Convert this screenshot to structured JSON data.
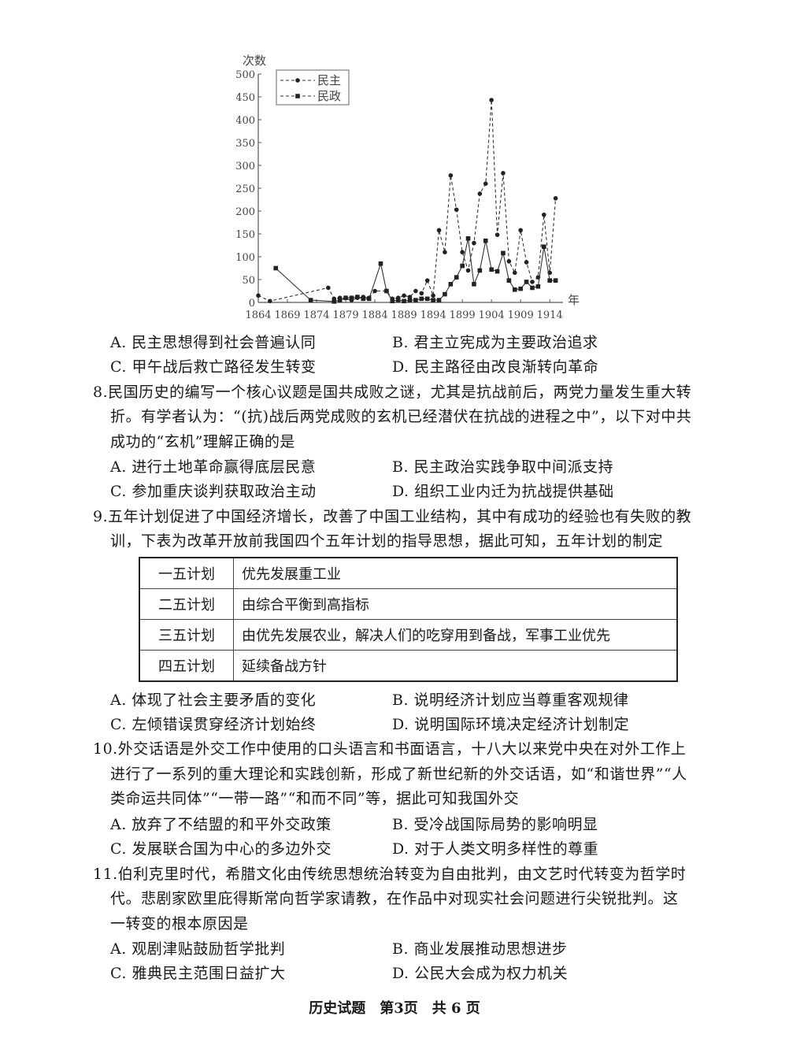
{
  "chart_data": {
    "type": "line",
    "ylabel": "次数",
    "xlabel": "年",
    "ylim": [
      0,
      500
    ],
    "xlim": [
      1864,
      1916
    ],
    "yticks": [
      0,
      50,
      100,
      150,
      200,
      250,
      300,
      350,
      400,
      450,
      500
    ],
    "xticks": [
      1864,
      1869,
      1874,
      1879,
      1884,
      1889,
      1894,
      1899,
      1904,
      1909,
      1914
    ],
    "legend_position": "top-left",
    "series": [
      {
        "name": "民主",
        "marker": "circle",
        "style": "dashed",
        "points": [
          [
            1864,
            15
          ],
          [
            1866,
            3
          ],
          [
            1876,
            32
          ],
          [
            1877,
            8
          ],
          [
            1878,
            10
          ],
          [
            1880,
            5
          ],
          [
            1881,
            10
          ],
          [
            1882,
            12
          ],
          [
            1883,
            10
          ],
          [
            1884,
            25
          ],
          [
            1886,
            25
          ],
          [
            1887,
            8
          ],
          [
            1888,
            10
          ],
          [
            1889,
            15
          ],
          [
            1890,
            12
          ],
          [
            1891,
            25
          ],
          [
            1892,
            20
          ],
          [
            1893,
            48
          ],
          [
            1894,
            15
          ],
          [
            1895,
            158
          ],
          [
            1896,
            110
          ],
          [
            1897,
            278
          ],
          [
            1898,
            203
          ],
          [
            1899,
            110
          ],
          [
            1900,
            70
          ],
          [
            1901,
            130
          ],
          [
            1902,
            238
          ],
          [
            1903,
            260
          ],
          [
            1904,
            443
          ],
          [
            1905,
            148
          ],
          [
            1906,
            283
          ],
          [
            1907,
            90
          ],
          [
            1908,
            65
          ],
          [
            1909,
            158
          ],
          [
            1910,
            88
          ],
          [
            1911,
            45
          ],
          [
            1912,
            55
          ],
          [
            1913,
            192
          ],
          [
            1914,
            65
          ],
          [
            1915,
            228
          ]
        ]
      },
      {
        "name": "民政",
        "marker": "square",
        "style": "solid",
        "points": [
          [
            1867,
            75
          ],
          [
            1873,
            5
          ],
          [
            1877,
            2
          ],
          [
            1878,
            5
          ],
          [
            1879,
            10
          ],
          [
            1880,
            10
          ],
          [
            1881,
            12
          ],
          [
            1882,
            8
          ],
          [
            1883,
            8
          ],
          [
            1885,
            85
          ],
          [
            1886,
            25
          ],
          [
            1887,
            3
          ],
          [
            1888,
            5
          ],
          [
            1889,
            3
          ],
          [
            1890,
            5
          ],
          [
            1891,
            5
          ],
          [
            1892,
            8
          ],
          [
            1893,
            8
          ],
          [
            1894,
            5
          ],
          [
            1895,
            5
          ],
          [
            1896,
            18
          ],
          [
            1897,
            40
          ],
          [
            1898,
            55
          ],
          [
            1899,
            80
          ],
          [
            1900,
            140
          ],
          [
            1901,
            40
          ],
          [
            1902,
            70
          ],
          [
            1903,
            135
          ],
          [
            1904,
            72
          ],
          [
            1905,
            68
          ],
          [
            1906,
            108
          ],
          [
            1907,
            48
          ],
          [
            1908,
            28
          ],
          [
            1909,
            30
          ],
          [
            1910,
            45
          ],
          [
            1911,
            32
          ],
          [
            1912,
            35
          ],
          [
            1913,
            122
          ],
          [
            1914,
            48
          ],
          [
            1915,
            48
          ]
        ]
      }
    ]
  },
  "q7_options": {
    "a": "A. 民主思想得到社会普遍认同",
    "b": "B. 君主立宪成为主要政治追求",
    "c": "C. 甲午战后救亡路径发生转变",
    "d": "D. 民主路径由改良渐转向革命"
  },
  "q8": {
    "l1": "8.民国历史的编写一个核心议题是国共成败之谜，尤其是抗战前后，两党力量发生重大转",
    "l2": "折。有学者认为：“(抗)战后两党成败的玄机已经潜伏在抗战的进程之中”，以下对中共",
    "l3": "成功的“玄机”理解正确的是",
    "a": "A. 进行土地革命赢得底层民意",
    "b": "B. 民主政治实践争取中间派支持",
    "c": "C. 参加重庆谈判获取政治主动",
    "d": "D. 组织工业内迁为抗战提供基础"
  },
  "q9": {
    "l1": "9.五年计划促进了中国经济增长，改善了中国工业结构，其中有成功的经验也有失败的教",
    "l2": "训，下表为改革开放前我国四个五年计划的指导思想，据此可知，五年计划的制定",
    "rows": [
      {
        "plan": "一五计划",
        "idea": "优先发展重工业"
      },
      {
        "plan": "二五计划",
        "idea": "由综合平衡到高指标"
      },
      {
        "plan": "三五计划",
        "idea": "由优先发展农业，解决人们的吃穿用到备战，军事工业优先"
      },
      {
        "plan": "四五计划",
        "idea": "延续备战方针"
      }
    ],
    "a": "A. 体现了社会主要矛盾的变化",
    "b": "B. 说明经济计划应当尊重客观规律",
    "c": "C. 左倾错误贯穿经济计划始终",
    "d": "D. 说明国际环境决定经济计划制定"
  },
  "q10": {
    "l1": "10.外交话语是外交工作中使用的口头语言和书面语言，十八大以来党中央在对外工作上",
    "l2": "进行了一系列的重大理论和实践创新，形成了新世纪新的外交话语，如“和谐世界”“人",
    "l3": "类命运共同体”“一带一路”“和而不同”等，据此可知我国外交",
    "a": "A. 放弃了不结盟的和平外交政策",
    "b": "B. 受冷战国际局势的影响明显",
    "c": "C. 发展联合国为中心的多边外交",
    "d": "D. 对于人类文明多样性的尊重"
  },
  "q11": {
    "l1": "11.伯利克里时代，希腊文化由传统思想统治转变为自由批判，由文艺时代转变为哲学时",
    "l2": "代。悲剧家欧里庇得斯常向哲学家请教，在作品中对现实社会问题进行尖锐批判。这",
    "l3": "一转变的根本原因是",
    "a": "A. 观剧津贴鼓励哲学批判",
    "b": "B. 商业发展推动思想进步",
    "c": "C. 雅典民主范围日益扩大",
    "d": "D. 公民大会成为权力机关"
  },
  "footer": "历史试题　第3页　共 6 页"
}
